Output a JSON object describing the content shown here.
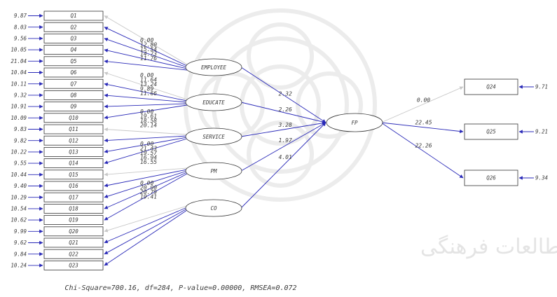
{
  "left_indicators": [
    {
      "label": "Q1",
      "error": "9.87"
    },
    {
      "label": "Q2",
      "error": "8.03"
    },
    {
      "label": "Q3",
      "error": "9.56"
    },
    {
      "label": "Q4",
      "error": "10.05"
    },
    {
      "label": "Q5",
      "error": "21.04"
    },
    {
      "label": "Q6",
      "error": "10.04"
    },
    {
      "label": "Q7",
      "error": "10.11"
    },
    {
      "label": "Q8",
      "error": "9.32"
    },
    {
      "label": "Q9",
      "error": "10.91"
    },
    {
      "label": "Q10",
      "error": "10.09"
    },
    {
      "label": "Q11",
      "error": "9.83"
    },
    {
      "label": "Q12",
      "error": "9.82"
    },
    {
      "label": "Q13",
      "error": "10.22"
    },
    {
      "label": "Q14",
      "error": "9.55"
    },
    {
      "label": "Q15",
      "error": "10.44"
    },
    {
      "label": "Q16",
      "error": "9.40"
    },
    {
      "label": "Q17",
      "error": "10.29"
    },
    {
      "label": "Q18",
      "error": "10.54"
    },
    {
      "label": "Q19",
      "error": "10.62"
    },
    {
      "label": "Q20",
      "error": "9.99"
    },
    {
      "label": "Q21",
      "error": "9.62"
    },
    {
      "label": "Q22",
      "error": "9.84"
    },
    {
      "label": "Q23",
      "error": "10.24"
    }
  ],
  "latent_factors": [
    {
      "label": "EMPLOYEE",
      "loadings": [
        "0.00",
        "12.80",
        "15.54",
        "14.73",
        "11.76"
      ],
      "path_to_fp": "2.32"
    },
    {
      "label": "EDUCATE",
      "loadings": [
        "0.00",
        "11.64",
        "13.24",
        "9.89",
        "11.66"
      ],
      "path_to_fp": "2.26"
    },
    {
      "label": "SERVICE",
      "loadings": [
        "0.00",
        "19.61",
        "18.58",
        "20.14"
      ],
      "path_to_fp": "3.28"
    },
    {
      "label": "PM",
      "loadings": [
        "0.00",
        "21.43",
        "19.57",
        "16.94",
        "16.55"
      ],
      "path_to_fp": "1.97"
    },
    {
      "label": "CO",
      "loadings": [
        "0.00",
        "20.90",
        "20.79",
        "19.41"
      ],
      "path_to_fp": "4.01"
    }
  ],
  "outcome": {
    "label": "FP"
  },
  "right_indicators": [
    {
      "label": "Q24",
      "loading": "0.00",
      "error": "9.71"
    },
    {
      "label": "Q25",
      "loading": "22.45",
      "error": "9.21"
    },
    {
      "label": "Q26",
      "loading": "22.26",
      "error": "9.34"
    }
  ],
  "fit_statistics": "Chi-Square=700.16, df=284, P-value=0.00000, RMSEA=0.072",
  "watermark": "پژوهشگاه علوم انسانی و مطالعات فرهنگی",
  "colors": {
    "path": "#2a2ab8",
    "fixed_path": "#c8c8c8",
    "outline": "#333333"
  }
}
